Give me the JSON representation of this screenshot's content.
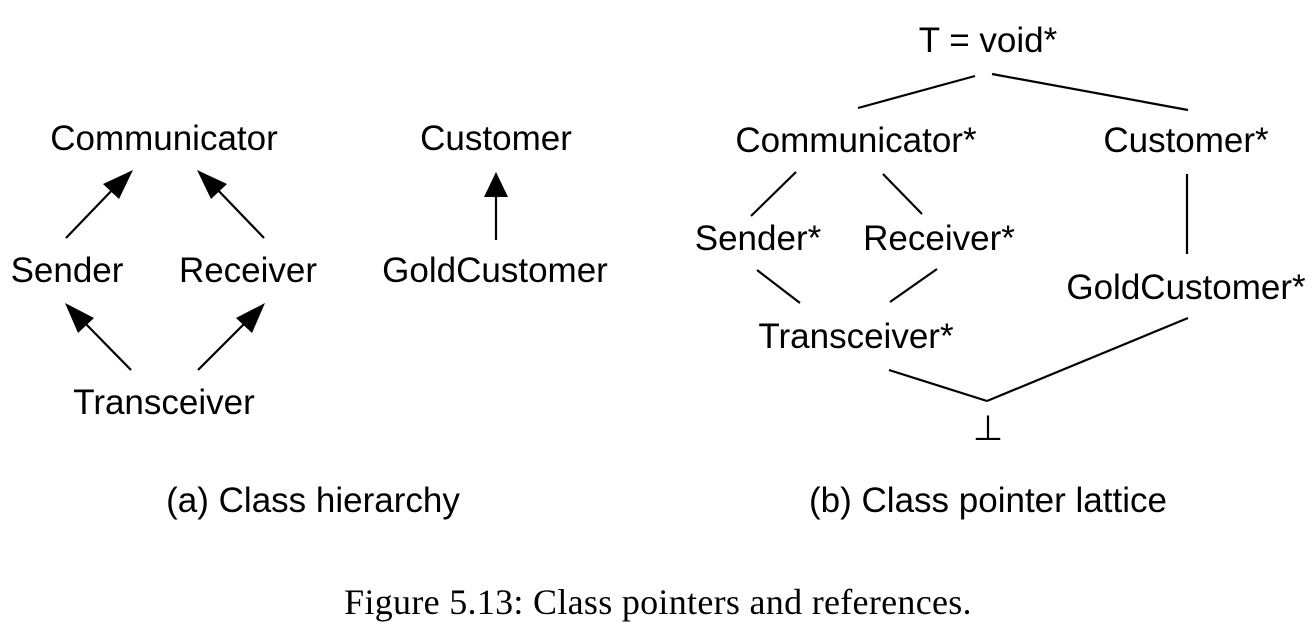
{
  "hierarchy": {
    "caption": "(a) Class hierarchy",
    "nodes": {
      "communicator": "Communicator",
      "customer": "Customer",
      "sender": "Sender",
      "receiver": "Receiver",
      "gold_customer": "GoldCustomer",
      "transceiver": "Transceiver"
    }
  },
  "lattice": {
    "caption": "(b) Class pointer lattice",
    "nodes": {
      "top": "T = void*",
      "communicator": "Communicator*",
      "customer": "Customer*",
      "sender": "Sender*",
      "receiver": "Receiver*",
      "gold_customer": "GoldCustomer*",
      "transceiver": "Transceiver*",
      "bottom": "⊥"
    }
  },
  "figure_caption": "Figure 5.13: Class pointers and references."
}
